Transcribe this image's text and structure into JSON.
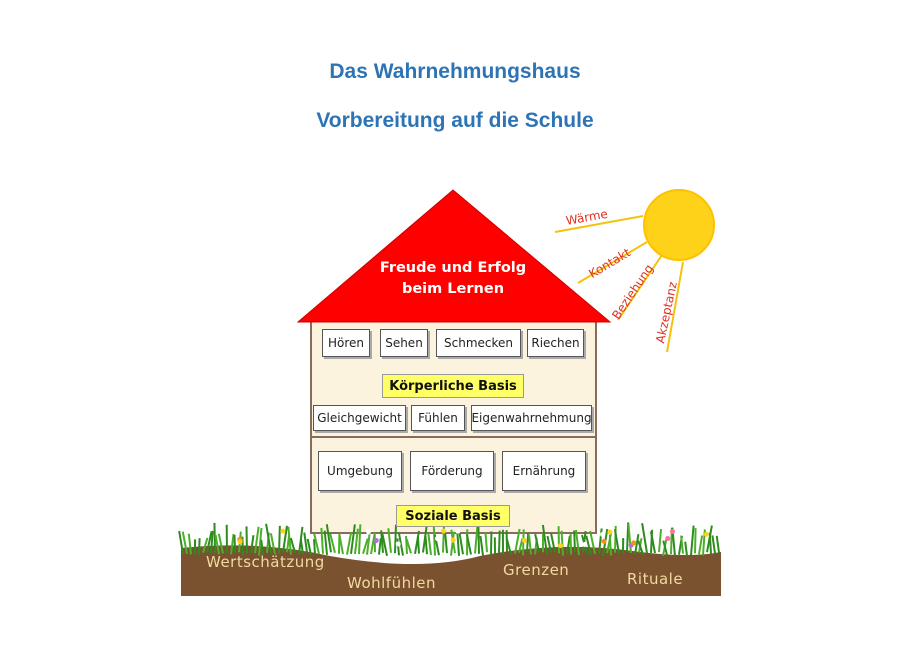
{
  "title": "Das Wahrnehmungshaus",
  "subtitle": "Vorbereitung auf die Schule",
  "roof": {
    "line1": "Freude und Erfolg",
    "line2": "beim Lernen"
  },
  "senses": [
    "Hören",
    "Sehen",
    "Schmecken",
    "Riechen"
  ],
  "body_basis_label": "Körperliche Basis",
  "body_items": [
    "Gleichgewicht",
    "Fühlen",
    "Eigenwahrnehmung"
  ],
  "social_items": [
    "Umgebung",
    "Förderung",
    "Ernährung"
  ],
  "social_basis_label": "Soziale Basis",
  "ground": [
    "Wertschätzung",
    "Wohlfühlen",
    "Grenzen",
    "Rituale"
  ],
  "sun_rays": [
    "Wärme",
    "Kontakt",
    "Beziehung",
    "Akzeptanz"
  ],
  "colors": {
    "title": "#2e74b5",
    "roof": "#ff0000",
    "wall": "#fbf3dd",
    "label": "#ffff66",
    "sun": "#ffd21a",
    "ground": "#7a5230"
  }
}
